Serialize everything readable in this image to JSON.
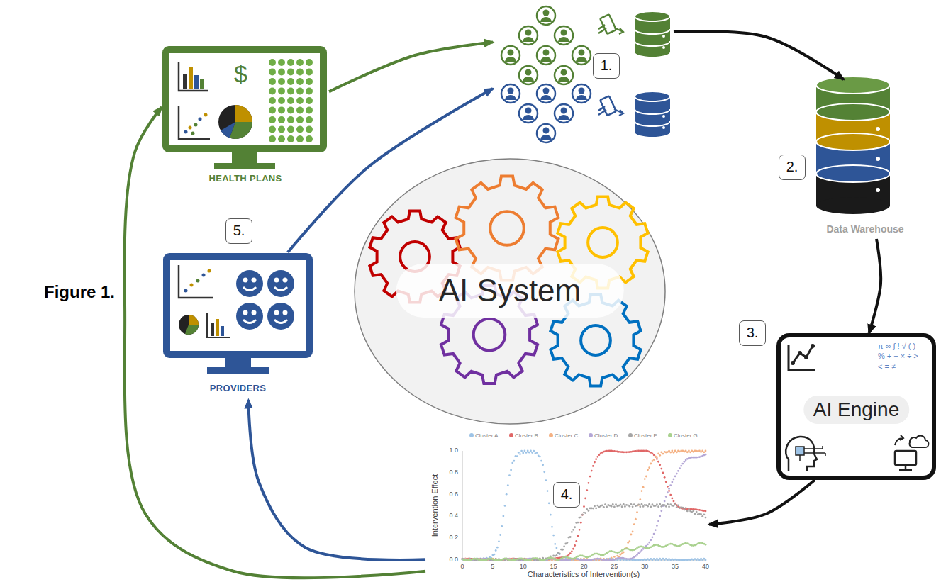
{
  "diagram": {
    "nodes": [
      {
        "text": [
          "HEALTH PLANS"
        ]
      },
      {
        "text": [
          "1."
        ]
      },
      {
        "text": [
          "Data Warehouse"
        ]
      },
      {
        "text": [
          "AI Engine"
        ]
      },
      {
        "text": [
          "4."
        ]
      },
      {
        "text": [
          "PROVIDERS"
        ]
      },
      {
        "text": [
          "AI System"
        ]
      }
    ],
    "edges": [
      {
        "from": 0,
        "to": 1,
        "arrow": "to"
      },
      {
        "from": 5,
        "to": 1,
        "arrow": "to"
      },
      {
        "from": 1,
        "to": 2,
        "arrow": "to"
      },
      {
        "from": 2,
        "to": 3,
        "arrow": "to"
      },
      {
        "from": 3,
        "to": 4,
        "arrow": "to"
      },
      {
        "from": 4,
        "to": 5,
        "arrow": "to"
      },
      {
        "from": 4,
        "to": 0,
        "arrow": "to"
      }
    ],
    "labels": [
      "Figure 1.",
      "$",
      "2.",
      "3.",
      "5.",
      "π ∞ ∫ ! √ ( ) % + − × ÷ > < = ≠",
      "0.0",
      "0.2",
      "0.4",
      "0.6",
      "0.8",
      "1.0",
      "0",
      "5",
      "10",
      "15",
      "20",
      "25",
      "30",
      "35",
      "40",
      "Intervention Effect",
      "Characteristics of Intervention(s)"
    ],
    "legend": [
      {
        "text": "Cluster A",
        "color": "#9dc3e6"
      },
      {
        "text": "Cluster B",
        "color": "#e06666"
      },
      {
        "text": "Cluster C",
        "color": "#f4b183"
      },
      {
        "text": "Cluster D",
        "color": "#b4a7d6"
      },
      {
        "text": "Cluster F",
        "color": "#a5a5a5"
      },
      {
        "text": "Cluster G",
        "color": "#a9d18e"
      }
    ]
  }
}
